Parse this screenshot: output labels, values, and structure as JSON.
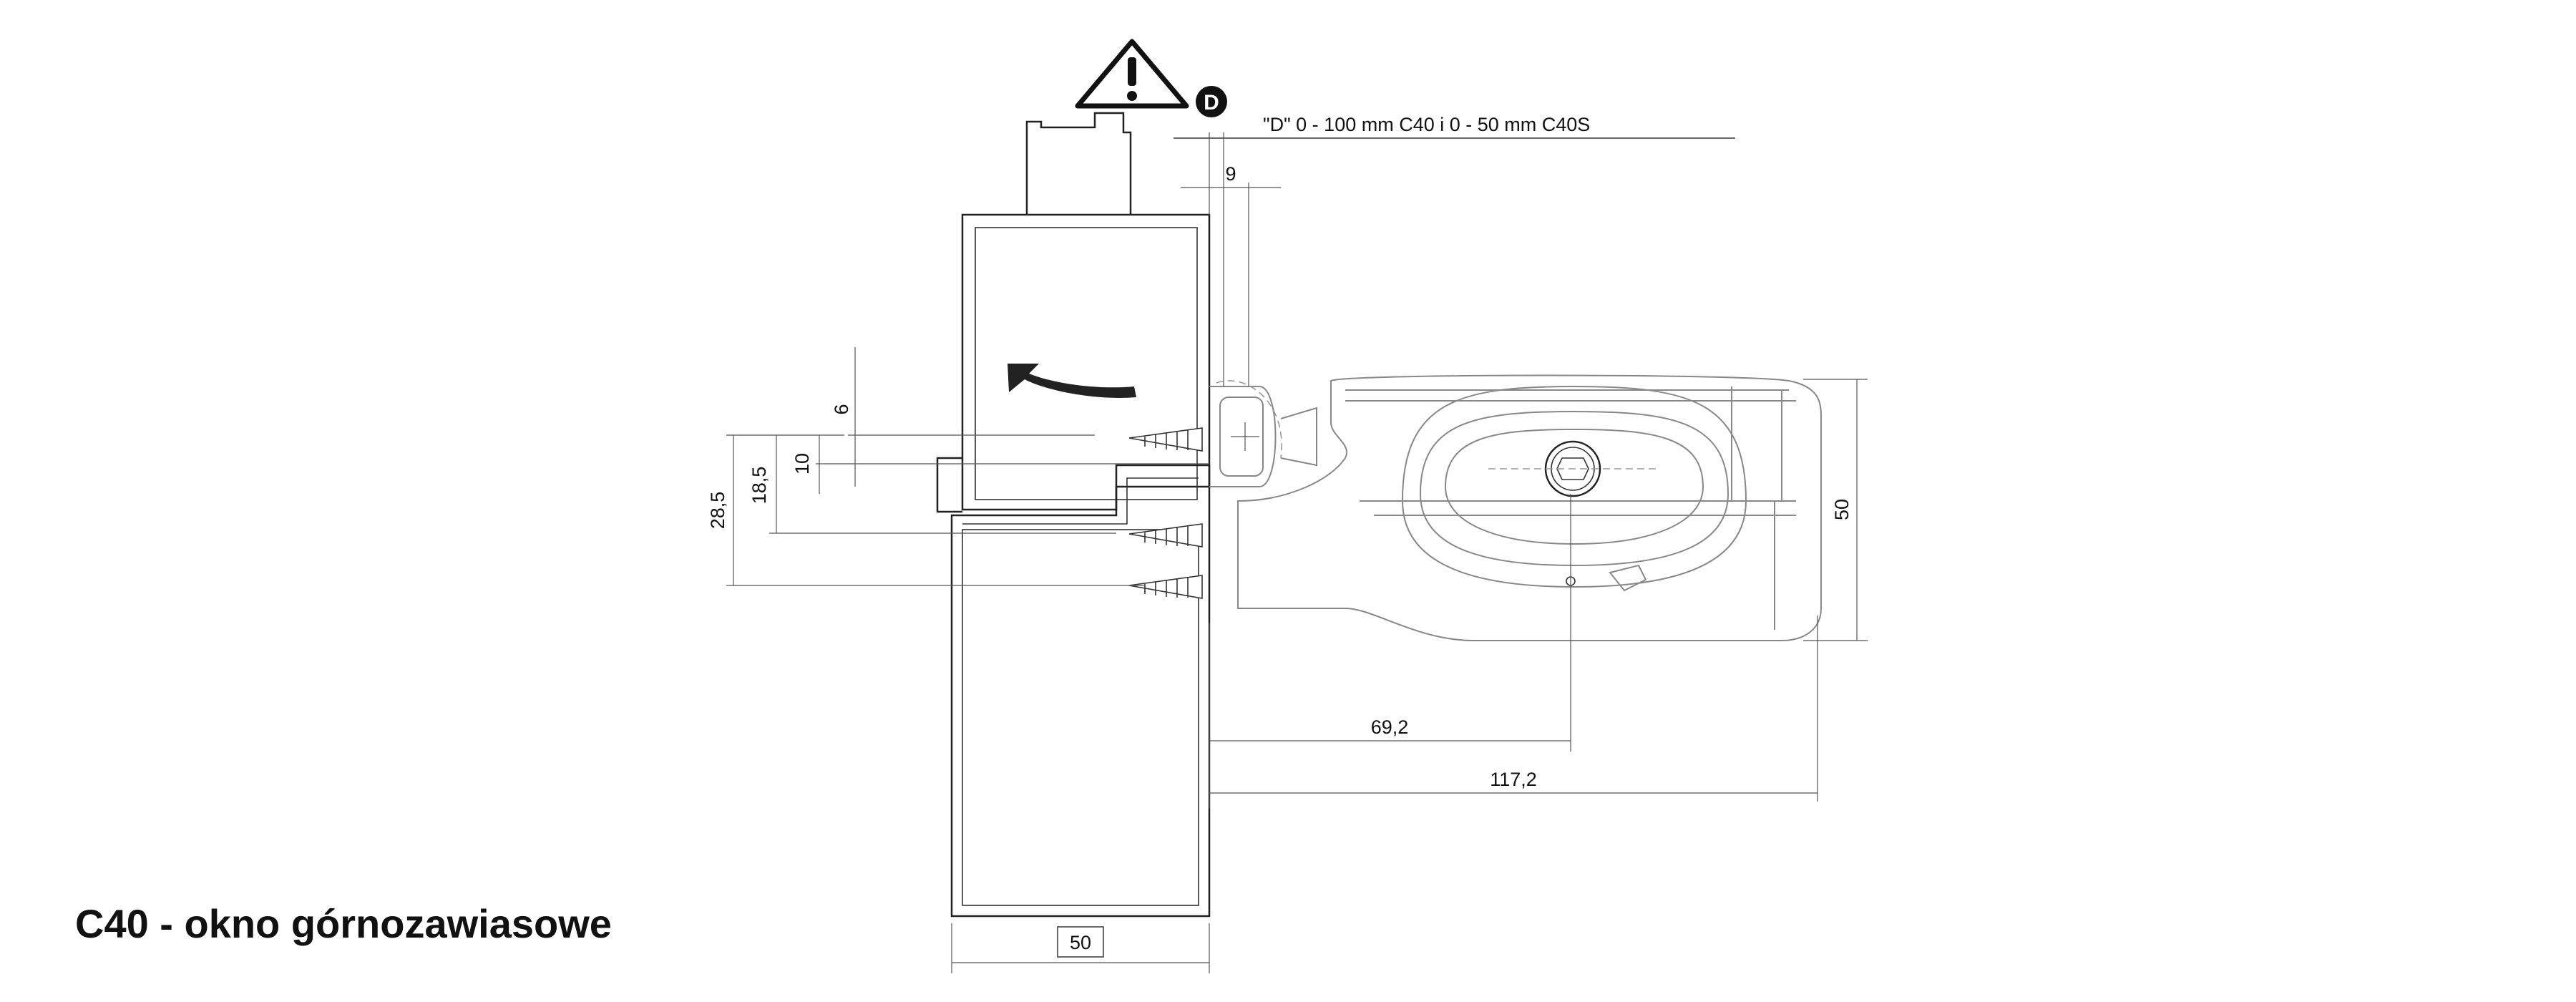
{
  "title": "C40 - okno górnozawiasowe",
  "note": "\"D\" 0 - 100 mm C40 i 0 - 50 mm C40S",
  "d_marker": "D",
  "dimensions": {
    "d9": "9",
    "d6": "6",
    "d10": "10",
    "d18_5": "18,5",
    "d28_5": "28,5",
    "d50_height": "50",
    "d69_2": "69,2",
    "d117_2": "117,2",
    "d50_width": "50"
  },
  "icons": {
    "warning": "warning-triangle-icon",
    "rotation_arrow": "rotation-arrow-icon",
    "screw": "screw-icon"
  }
}
